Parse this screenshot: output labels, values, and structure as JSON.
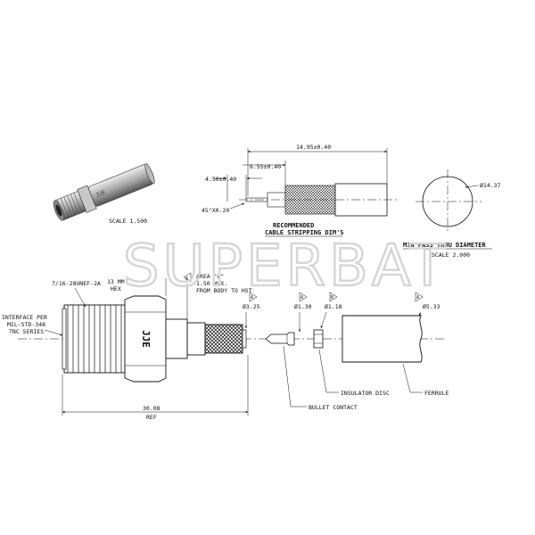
{
  "watermark": "SUPERBAT",
  "scale_small": "SCALE 1.500",
  "stripping": {
    "dim_total": "14.95±0.40",
    "dim_mid": "6.55±0.40",
    "dim_short": "4.50±0.40",
    "chamfer": "45°X0.20",
    "title_line1": "RECOMMENDED",
    "title_line2": "CABLE STRIPPING DIM'S"
  },
  "pass_thru": {
    "diameter": "Ø14.37",
    "title": "MIN PASS THRU DIAMETER",
    "scale": "SCALE 2.000"
  },
  "labels": {
    "thread": "7/16-28UNEF-2A",
    "hex_line1": "13 MM",
    "hex_line2": "HEX",
    "area_line1": "AREA \"A\"",
    "area_line2": "1.50 MAX.",
    "area_line3": "FROM BODY TO HST",
    "interface_line1": "INTERFACE PER",
    "interface_line2": "MIL-STD-348",
    "interface_line3": "TNC SERIES",
    "dia_325": "Ø3.25",
    "dia_130": "Ø1.30",
    "dia_118": "Ø1.18",
    "dia_533": "Ø5.33",
    "length": "30.08",
    "length_ref": "REF",
    "bullet_contact": "BULLET CONTACT",
    "insulator_disc": "INSULATOR DISC",
    "ferrule": "FERRULE",
    "body_mark": "JJE"
  },
  "callouts": [
    "A",
    "A",
    "A",
    "B",
    "A"
  ]
}
